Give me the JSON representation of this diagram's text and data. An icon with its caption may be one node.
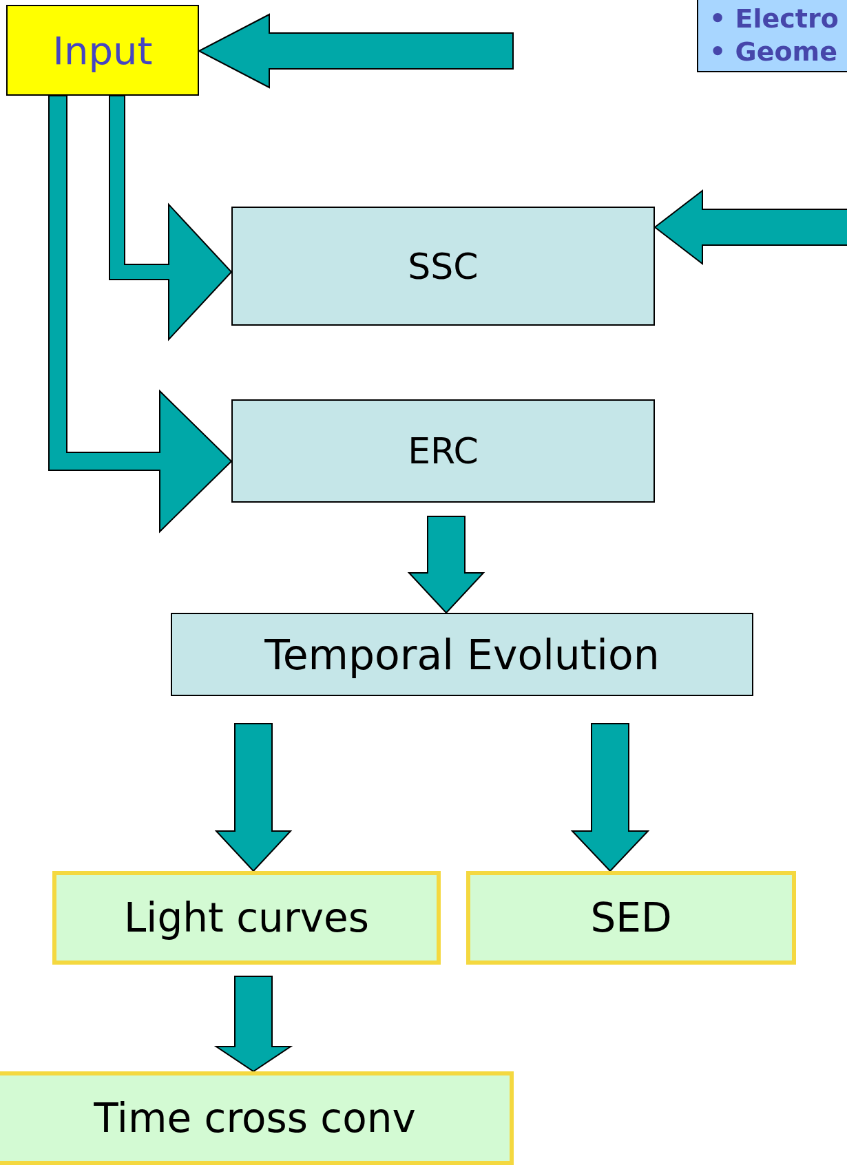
{
  "diagram": {
    "nodes": [
      {
        "text": [
          "Input"
        ]
      },
      {
        "text": [
          "• Electro",
          "• Geome"
        ]
      },
      {
        "text": [
          "SSC"
        ]
      },
      {
        "text": [
          "ERC"
        ]
      },
      {
        "text": [
          "Temporal Evolution"
        ]
      },
      {
        "text": [
          "Light curves"
        ]
      },
      {
        "text": [
          "SED"
        ]
      },
      {
        "text": [
          "Time cross conv"
        ]
      }
    ],
    "edges": [
      {
        "from": null,
        "to": 0,
        "arrow": "to"
      },
      {
        "from": 0,
        "to": 2,
        "arrow": "to"
      },
      {
        "from": 0,
        "to": 3,
        "arrow": "to"
      },
      {
        "from": null,
        "to": 2,
        "arrow": "to"
      },
      {
        "from": 3,
        "to": 4,
        "arrow": "to"
      },
      {
        "from": 4,
        "to": 5,
        "arrow": "to"
      },
      {
        "from": 4,
        "to": 6,
        "arrow": "to"
      },
      {
        "from": 5,
        "to": 7,
        "arrow": "to"
      }
    ]
  }
}
